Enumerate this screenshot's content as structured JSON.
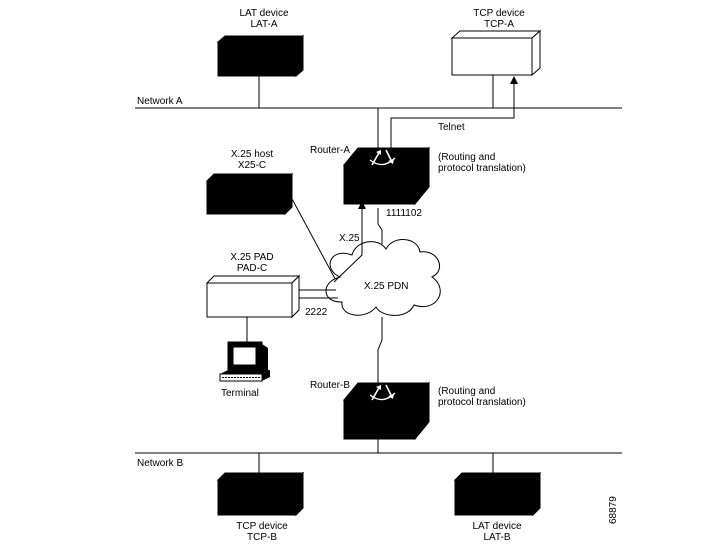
{
  "networks": {
    "a_label": "Network A",
    "b_label": "Network B"
  },
  "devices": {
    "lat_a": {
      "type": "LAT device",
      "name": "LAT-A"
    },
    "tcp_a": {
      "type": "TCP device",
      "name": "TCP-A"
    },
    "x25_host": {
      "type": "X.25 host",
      "name": "X25-C"
    },
    "x25_pad": {
      "type": "X.25 PAD",
      "name": "PAD-C"
    },
    "terminal": {
      "name": "Terminal"
    },
    "tcp_b": {
      "type": "TCP device",
      "name": "TCP-B"
    },
    "lat_b": {
      "type": "LAT device",
      "name": "LAT-B"
    }
  },
  "routers": {
    "a": {
      "name": "Router-A",
      "note_line1": "(Routing and",
      "note_line2": "protocol translation)",
      "address": "1111102"
    },
    "b": {
      "name": "Router-B",
      "note_line1": "(Routing and",
      "note_line2": "protocol translation)"
    }
  },
  "links": {
    "telnet": "Telnet",
    "x25": "X.25",
    "pad_address": "2222"
  },
  "cloud": {
    "label": "X.25 PDN"
  },
  "figure_id": "68879",
  "colors": {
    "ink": "#000000",
    "paper": "#ffffff"
  }
}
